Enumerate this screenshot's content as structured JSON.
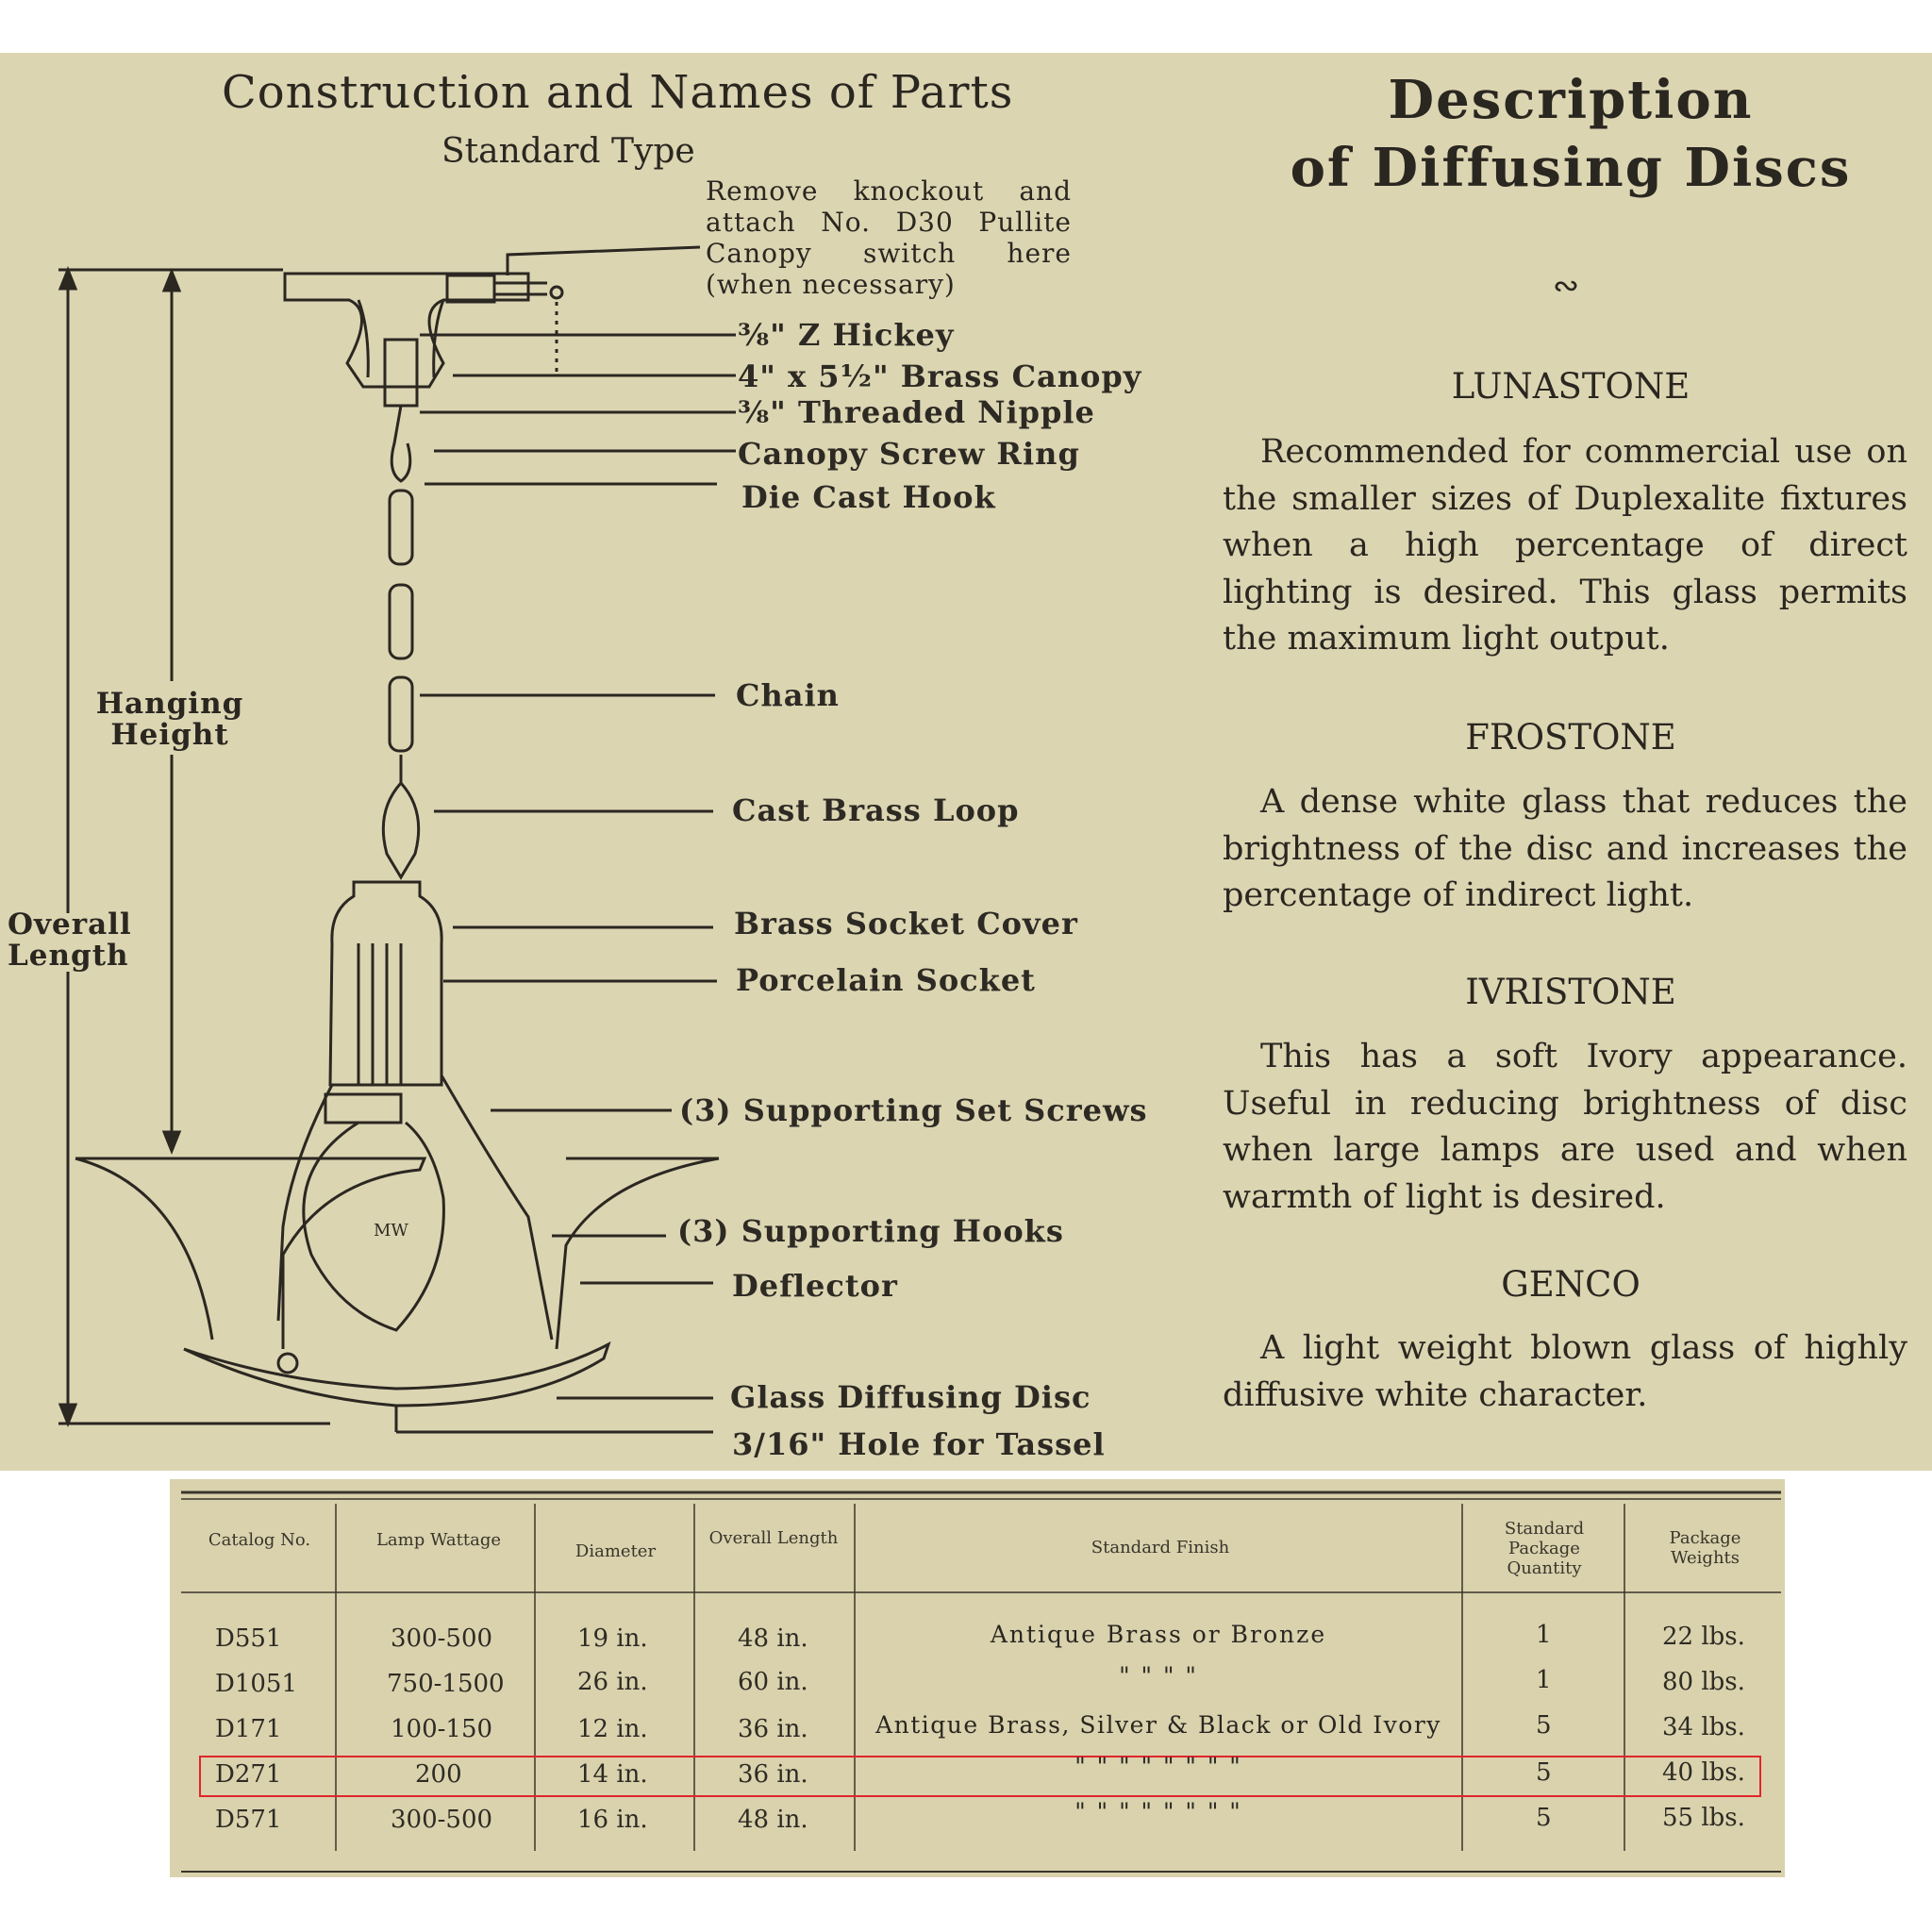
{
  "diagram": {
    "title": "Construction and Names of Parts",
    "subtitle": "Standard Type",
    "knockout_note": "Remove knockout and attach No. D30 Pullite Canopy switch here (when necessary)",
    "hanging_height": "Hanging Height",
    "overall_length": "Overall Length",
    "bulb_mark": "MW",
    "parts": [
      "⅜\" Z Hickey",
      "4\" x 5½\" Brass Canopy",
      "⅜\" Threaded Nipple",
      "Canopy Screw Ring",
      "Die Cast Hook",
      "Chain",
      "Cast Brass Loop",
      "Brass Socket Cover",
      "Porcelain Socket",
      "(3) Supporting Set Screws",
      "(3) Supporting Hooks",
      "Deflector",
      "Glass Diffusing Disc",
      "3/16\" Hole for Tassel"
    ]
  },
  "description": {
    "title_line1": "Description",
    "title_line2": "of Diffusing Discs",
    "ornament": "∾",
    "glasses": [
      {
        "name": "LUNASTONE",
        "text": "Recommended for commercial use on the smaller sizes of Duplexalite fixtures when a high percentage of direct lighting is desired. This glass permits the maximum light output."
      },
      {
        "name": "FROSTONE",
        "text": "A dense white glass that reduces the brightness of the disc and increases the percentage of indirect light."
      },
      {
        "name": "IVRISTONE",
        "text": "This has a soft Ivory appearance. Useful in reducing brightness of disc when large lamps are used and when warmth of light is desired."
      },
      {
        "name": "GENCO",
        "text": "A light weight blown glass of highly diffusive white character."
      }
    ]
  },
  "table": {
    "headers": [
      "Catalog No.",
      "Lamp Wattage",
      "Diameter",
      "Overall Length",
      "Standard Finish",
      "Standard Package Quantity",
      "Package Weights"
    ],
    "rows": [
      [
        "D551",
        "300-500",
        "19 in.",
        "48 in.",
        "Antique Brass or Bronze",
        "1",
        "22 lbs."
      ],
      [
        "D1051",
        "750-1500",
        "26 in.",
        "60 in.",
        "\"     \"     \"     \"",
        "1",
        "80 lbs."
      ],
      [
        "D171",
        "100-150",
        "12 in.",
        "36 in.",
        "Antique Brass, Silver & Black or Old Ivory",
        "5",
        "34 lbs."
      ],
      [
        "D271",
        "200",
        "14 in.",
        "36 in.",
        "\"     \"     \"  \"  \"  \"  \"  \"",
        "5",
        "40 lbs."
      ],
      [
        "D571",
        "300-500",
        "16 in.",
        "48 in.",
        "\"     \"     \"  \"  \"  \"  \"  \"",
        "5",
        "55 lbs."
      ]
    ],
    "highlight_color": "#e0262a"
  }
}
